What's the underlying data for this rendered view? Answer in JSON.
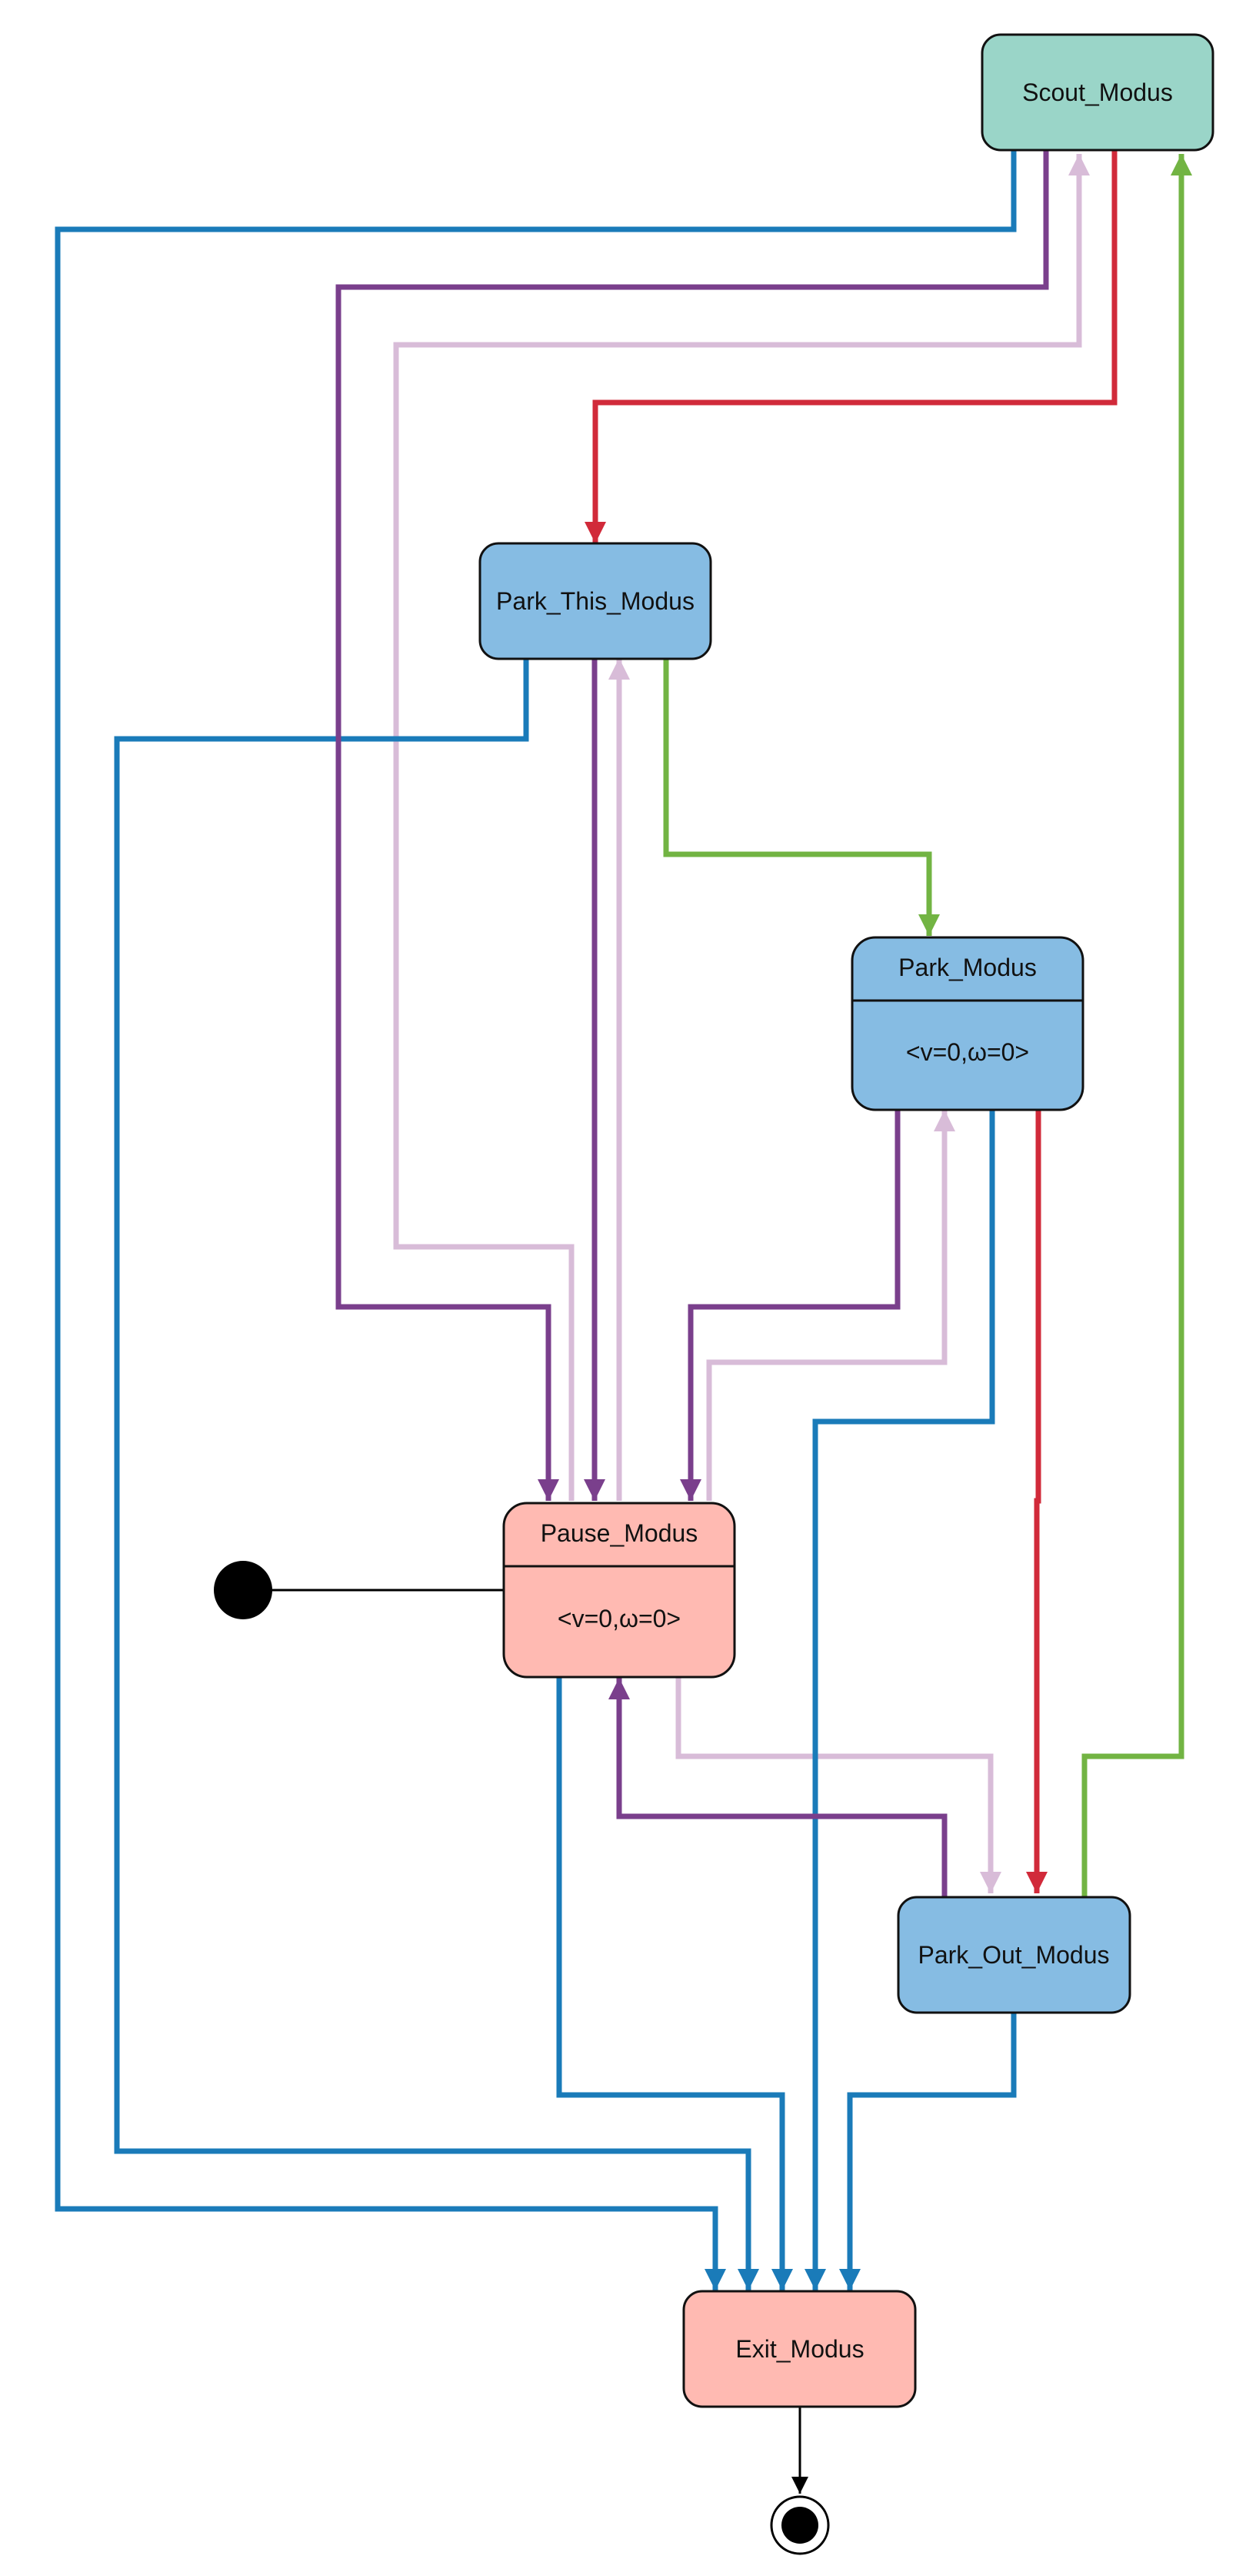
{
  "states": {
    "scout": {
      "name": "Scout_Modus",
      "fill": "#9ad5c8"
    },
    "park_this": {
      "name": "Park_This_Modus",
      "fill": "#86bce3"
    },
    "park": {
      "name": "Park_Modus",
      "action": "<v=0,ω=0>",
      "fill": "#86bce3"
    },
    "pause": {
      "name": "Pause_Modus",
      "action": "<v=0,ω=0>",
      "fill": "#ffbab2"
    },
    "park_out": {
      "name": "Park_Out_Modus",
      "fill": "#86bce3"
    },
    "exit": {
      "name": "Exit_Modus",
      "fill": "#ffbab2"
    }
  },
  "pseudostates": {
    "initial": "initial-node",
    "final": "final-node"
  },
  "colors": {
    "blue": "#1a7bb9",
    "purple": "#7a3f8c",
    "lavender": "#d8bcd8",
    "red": "#d12a3a",
    "green": "#72b443",
    "black": "#000000"
  }
}
